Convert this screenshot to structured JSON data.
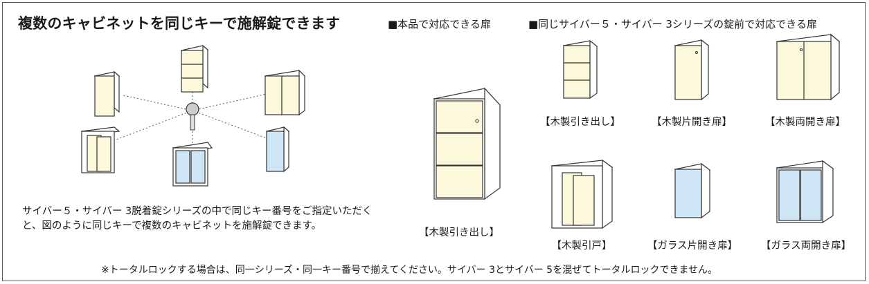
{
  "title": "複数のキャビネットを同じキーで施解錠できます",
  "headings": {
    "this_product": "■本品で対応できる扉",
    "lock_series": "■同じサイバー５・サイバー 3シリーズの錠前で対応できる扉"
  },
  "description": "サイバー５・サイバー 3脱着錠シリーズの中で同じキー番号をご指定いただくと、図のように同じキーで複数のキャビネットを施解錠できます。",
  "main_label": "【木製引き出し】",
  "door_types": [
    "【木製引き出し】",
    "【木製片開き扉】",
    "【木製両開き扉】",
    "【木製引戸】",
    "【ガラス片開き扉】",
    "【ガラス両開き扉】"
  ],
  "note": "※トータルロックする場合は、同一シリーズ・同一キー番号で揃えてください。サイバー 3とサイバー 5を混ぜてトータルロックできません。",
  "colors": {
    "wood": "#fbf8dc",
    "glass": "#cfe6f7",
    "outline": "#333333"
  }
}
